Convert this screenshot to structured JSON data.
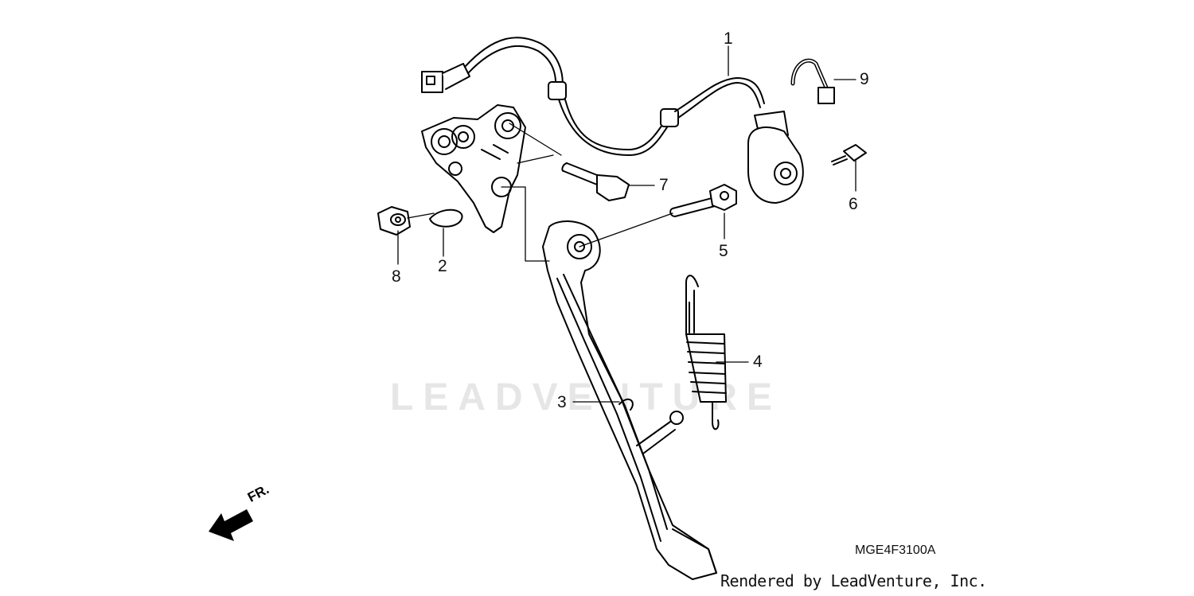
{
  "parts": [
    {
      "num": "1",
      "name": "switch-harness"
    },
    {
      "num": "2",
      "name": "bracket"
    },
    {
      "num": "3",
      "name": "side-stand"
    },
    {
      "num": "4",
      "name": "spring"
    },
    {
      "num": "5",
      "name": "pivot-bolt"
    },
    {
      "num": "6",
      "name": "screw"
    },
    {
      "num": "7",
      "name": "flange-bolt"
    },
    {
      "num": "8",
      "name": "nut"
    },
    {
      "num": "9",
      "name": "clamp"
    }
  ],
  "direction_label": "FR.",
  "watermark": "LEADVENTURE",
  "diagram_code": "MGE4F3100A",
  "credit": "Rendered by LeadVenture, Inc.",
  "colors": {
    "line": "#000000",
    "background": "#ffffff",
    "watermark": "#e6e6e6"
  }
}
